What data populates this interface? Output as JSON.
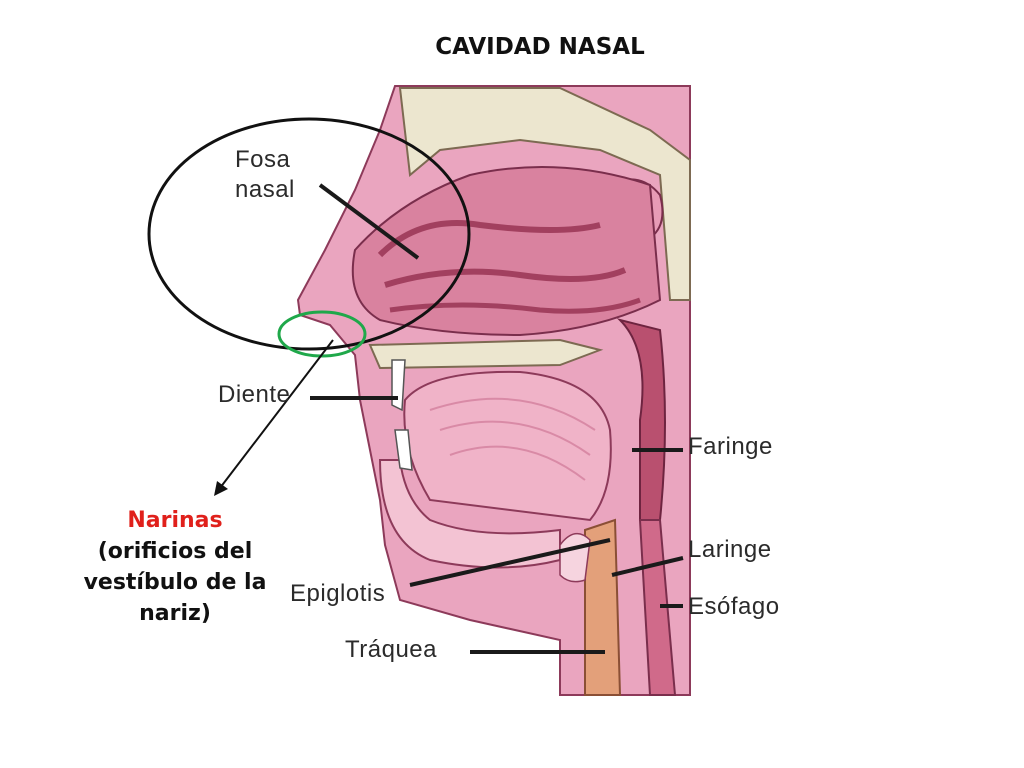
{
  "title": "CAVIDAD NASAL",
  "labels": {
    "fosa_line1": "Fosa",
    "fosa_line2": "nasal",
    "diente": "Diente",
    "faringe": "Faringe",
    "laringe": "Laringe",
    "epiglotis": "Epiglotis",
    "esofago": "Esófago",
    "traquea": "Tráquea"
  },
  "caption": {
    "highlight": "Narinas",
    "line1": "(orificios del",
    "line2": "vestíbulo de la",
    "line3": "nariz)"
  },
  "colors": {
    "tissue": "#e79bb6",
    "tissue_light": "#f3c3d3",
    "tissue_dark": "#b5567a",
    "bone": "#e9e3c8",
    "highlight_text": "#e0201b",
    "ring_black": "#111111",
    "ring_green": "#1fa84a"
  }
}
